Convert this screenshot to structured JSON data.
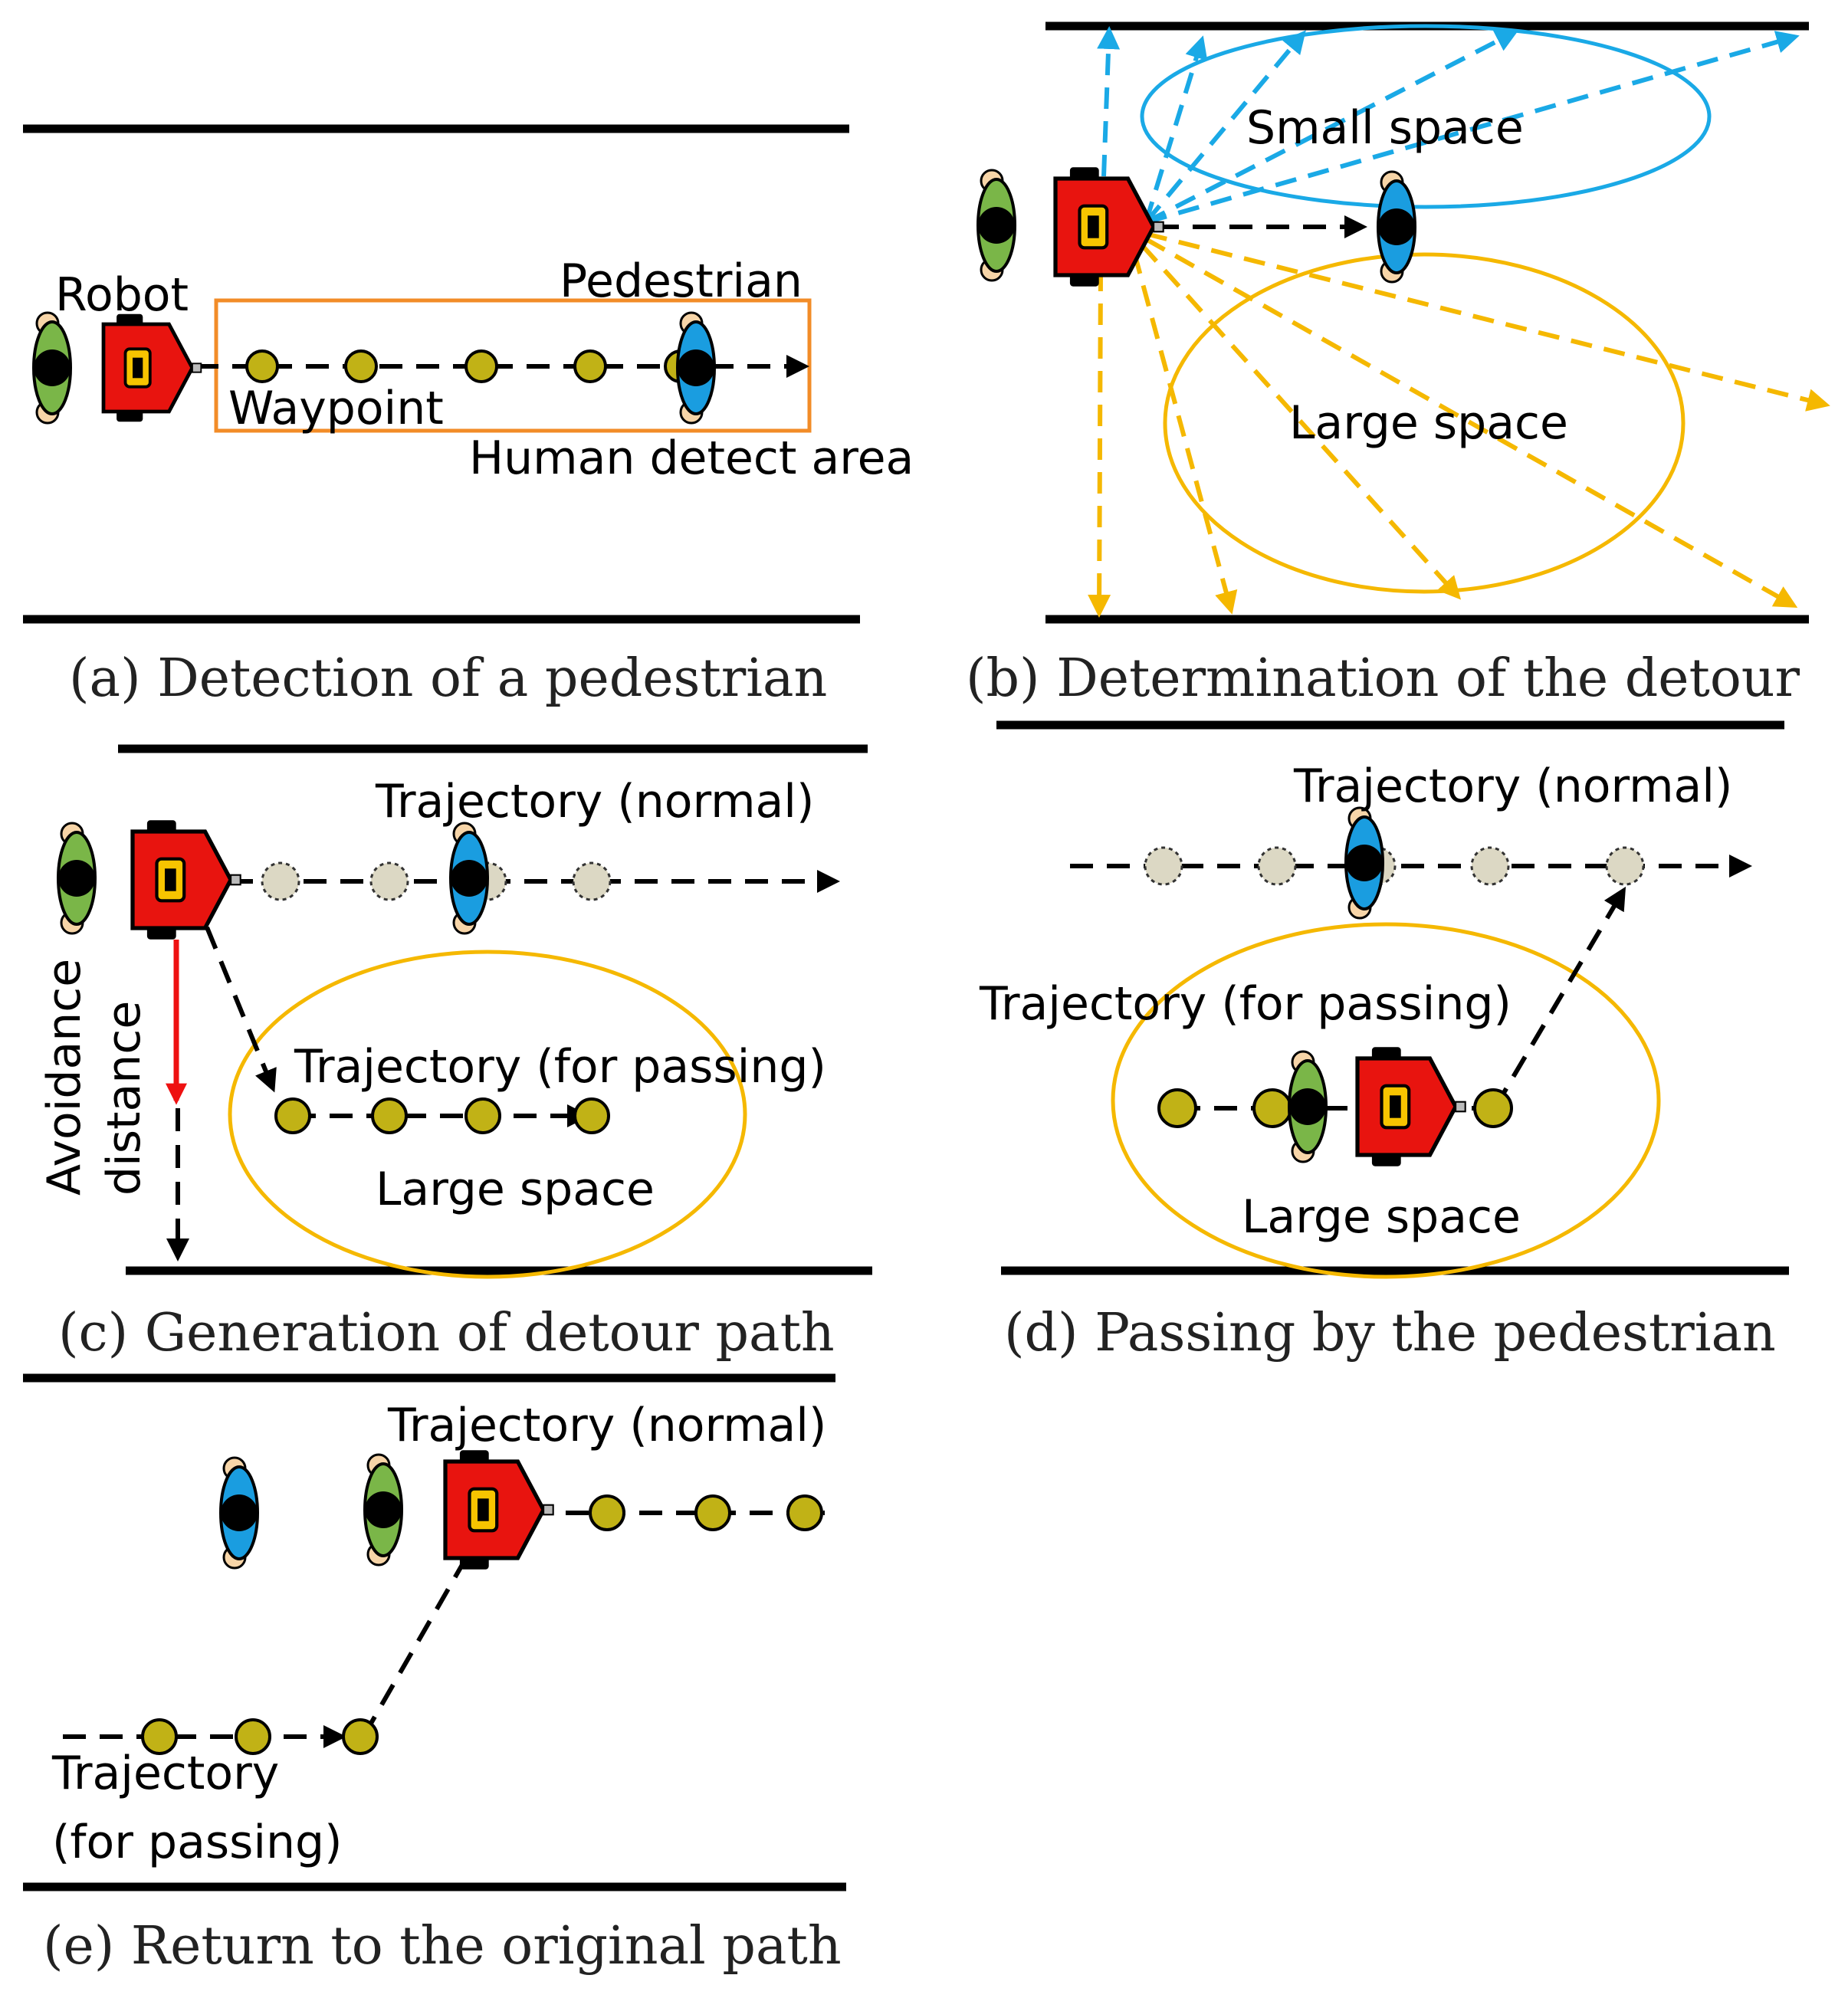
{
  "colors": {
    "robot_body": "#e8140f",
    "robot_inner": "#f7c400",
    "pedestrian_blue": "#1a9de0",
    "pedestrian_green": "#7ab648",
    "skin": "#f7d5a8",
    "waypoint": "#c1b216",
    "waypoint_old": "#dcd8c4",
    "small_space": "#1aa9e6",
    "large_space": "#f5b800",
    "detect_area": "#f28c28",
    "avoidance_arrow": "#ee1111"
  },
  "icons": {
    "robot": "robot-icon",
    "pedestrian": "pedestrian-icon",
    "waypoint": "waypoint-icon"
  },
  "panel_a": {
    "caption": "(a) Detection of a pedestrian",
    "robot_label": "Robot",
    "pedestrian_label": "Pedestrian",
    "waypoint_label": "Waypoint",
    "detect_area_label": "Human detect area"
  },
  "panel_b": {
    "caption": "(b) Determination of the detour",
    "small_space_label": "Small space",
    "large_space_label": "Large space"
  },
  "panel_c": {
    "caption": "(c) Generation of detour path",
    "normal_label": "Trajectory (normal)",
    "passing_label": "Trajectory (for passing)",
    "large_space_label": "Large space",
    "avoidance_label_line1": "Avoidance",
    "avoidance_label_line2": "distance"
  },
  "panel_d": {
    "caption": "(d) Passing by the pedestrian",
    "normal_label": "Trajectory (normal)",
    "passing_label": "Trajectory (for passing)",
    "large_space_label": "Large space"
  },
  "panel_e": {
    "caption": "(e) Return to the original path",
    "normal_label": "Trajectory (normal)",
    "passing_label_line1": "Trajectory",
    "passing_label_line2": "(for passing)"
  }
}
